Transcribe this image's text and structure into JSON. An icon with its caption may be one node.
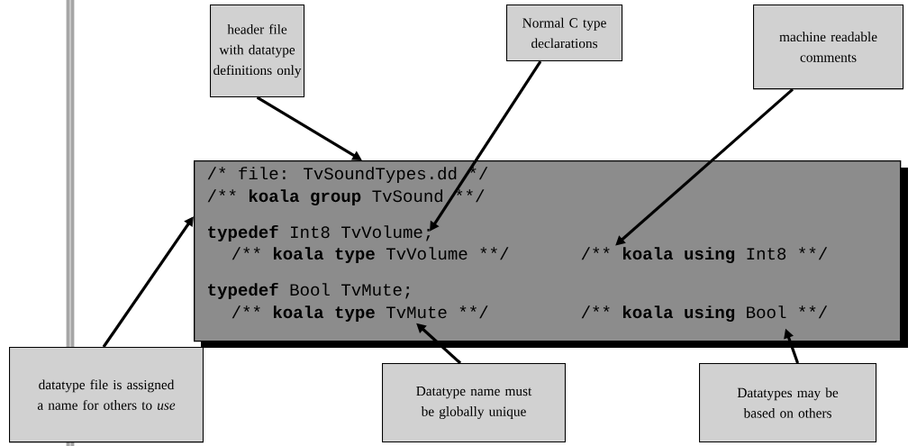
{
  "diagram": {
    "nodes": [
      {
        "text": [
          "header file with datatype definitions only"
        ]
      },
      {
        "text": [
          "Normal C type declarations"
        ]
      },
      {
        "text": [
          "machine readable comments"
        ]
      },
      {
        "text": [],
        "shape": "box"
      },
      {
        "text": [
          "/* file: TvSoundTypes.dd */"
        ],
        "in": 3
      },
      {
        "text": [
          "/** **koala group** TvSound **/"
        ],
        "in": 3
      },
      {
        "text": [
          "**typedef** Int8 TvVolume;"
        ],
        "in": 3
      },
      {
        "text": [
          "/** **koala type** TvVolume **/"
        ],
        "in": 3
      },
      {
        "text": [
          "/** **koala using** Int8 **/"
        ],
        "in": 3
      },
      {
        "text": [
          "**typedef** Bool TvMute;"
        ],
        "in": 3
      },
      {
        "text": [
          "/** **koala type** TvMute **/"
        ],
        "in": 3
      },
      {
        "text": [
          "/** **koala using** Bool **/"
        ],
        "in": 3
      },
      {
        "text": [
          "datatype file is assigned a name for others to *use*"
        ]
      },
      {
        "text": [
          "Datatype name must be globally unique"
        ]
      },
      {
        "text": [
          "Datatypes may be based on others"
        ]
      }
    ],
    "edges": [
      {
        "from": 0,
        "to": 3,
        "arrow": "to"
      },
      {
        "from": 1,
        "to": 6,
        "arrow": "to"
      },
      {
        "from": 2,
        "to": 8,
        "arrow": "to"
      },
      {
        "from": 12,
        "to": 3,
        "arrow": "to"
      },
      {
        "from": 13,
        "to": 10,
        "arrow": "to"
      },
      {
        "from": 14,
        "to": 11,
        "arrow": "to"
      }
    ]
  }
}
